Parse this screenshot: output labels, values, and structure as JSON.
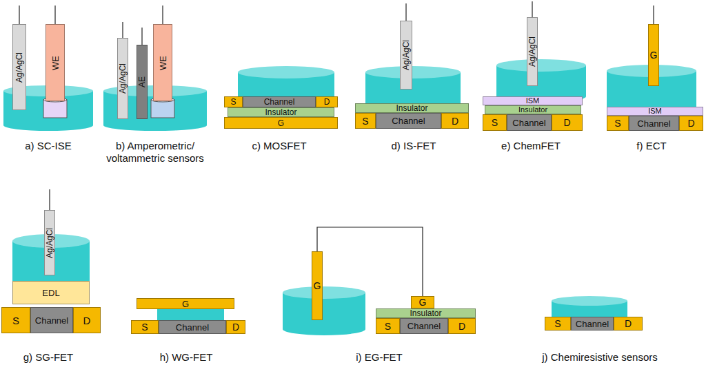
{
  "diagram": {
    "nodes": [
      {
        "text": [
          "Ag/AgCl"
        ]
      },
      {
        "text": [
          "WE"
        ]
      },
      {
        "text": [
          "Ag/AgCl"
        ]
      },
      {
        "text": [
          "AE"
        ]
      },
      {
        "text": [
          "WE"
        ]
      },
      {
        "text": [
          "S"
        ]
      },
      {
        "text": [
          "Channel"
        ]
      },
      {
        "text": [
          "D"
        ]
      },
      {
        "text": [
          "Insulator"
        ]
      },
      {
        "text": [
          "G"
        ]
      },
      {
        "text": [
          "Ag/AgCl"
        ]
      },
      {
        "text": [
          "Insulator"
        ]
      },
      {
        "text": [
          "S"
        ]
      },
      {
        "text": [
          "Channel"
        ]
      },
      {
        "text": [
          "D"
        ]
      },
      {
        "text": [
          "Ag/AgCl"
        ]
      },
      {
        "text": [
          "ISM"
        ]
      },
      {
        "text": [
          "Insulator"
        ]
      },
      {
        "text": [
          "S"
        ]
      },
      {
        "text": [
          "Channel"
        ]
      },
      {
        "text": [
          "D"
        ]
      },
      {
        "text": [
          "G"
        ]
      },
      {
        "text": [
          "ISM"
        ]
      },
      {
        "text": [
          "S"
        ]
      },
      {
        "text": [
          "Channel"
        ]
      },
      {
        "text": [
          "D"
        ]
      },
      {
        "text": [
          "Ag/AgCl"
        ]
      },
      {
        "text": [
          "EDL"
        ]
      },
      {
        "text": [
          "S"
        ]
      },
      {
        "text": [
          "Channel"
        ]
      },
      {
        "text": [
          "D"
        ]
      },
      {
        "text": [
          "G"
        ]
      },
      {
        "text": [
          "S"
        ]
      },
      {
        "text": [
          "Channel"
        ]
      },
      {
        "text": [
          "D"
        ]
      },
      {
        "text": [
          "G"
        ]
      },
      {
        "text": [
          "G"
        ]
      },
      {
        "text": [
          "Insulator"
        ]
      },
      {
        "text": [
          "S"
        ]
      },
      {
        "text": [
          "Channel"
        ]
      },
      {
        "text": [
          "D"
        ]
      },
      {
        "text": [
          "S"
        ]
      },
      {
        "text": [
          "Channel"
        ]
      },
      {
        "text": [
          "D"
        ]
      }
    ],
    "edges": [
      {
        "from": 35,
        "to": 36,
        "arrow": "none"
      }
    ],
    "labels": [
      "a) SC-ISE",
      "b) Amperometric/ voltammetric sensors",
      "c) MOSFET",
      "d) IS-FET",
      "e) ChemFET",
      "f) ECT",
      "g) SG-FET",
      "h) WG-FET",
      "i) EG-FET",
      "j) Chemiresistive sensors"
    ]
  }
}
